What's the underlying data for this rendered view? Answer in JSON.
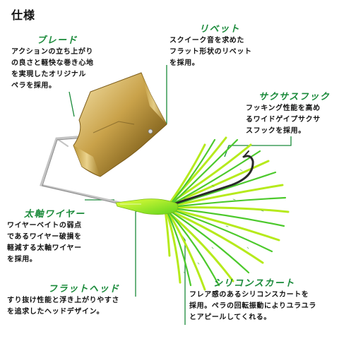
{
  "page_title": "仕様",
  "accent_color": "#1a8a3a",
  "sections": {
    "blade": {
      "heading": "ブレード",
      "lines": [
        "アクションの立ち上がり",
        "の良さと軽快な巻き心地",
        "を実現したオリジナル",
        "ペラを採用。"
      ]
    },
    "rivet": {
      "heading": "リベット",
      "lines": [
        "スクイーク音を求めた",
        "フラット形状のリベット",
        "を採用。"
      ]
    },
    "hook": {
      "heading": "サクサスフック",
      "lines": [
        "フッキング性能を高め",
        "るワイドゲイプサクサ",
        "スフックを採用。"
      ]
    },
    "wire": {
      "heading": "太軸ワイヤー",
      "lines": [
        "ワイヤーベイトの弱点",
        "であるワイヤー破損を",
        "軽減する太軸ワイヤー",
        "を採用。"
      ]
    },
    "head": {
      "heading": "フラットヘッド",
      "lines": [
        "すり抜け性能と浮き上がりやすさ",
        "を追求したヘッドデザイン。"
      ]
    },
    "skirt": {
      "heading": "シリコンスカート",
      "lines": [
        "フレア感のあるシリコンスカートを",
        "採用。ペラの回転振動によりユラユラ",
        "とアピールしてくれる。"
      ]
    }
  }
}
